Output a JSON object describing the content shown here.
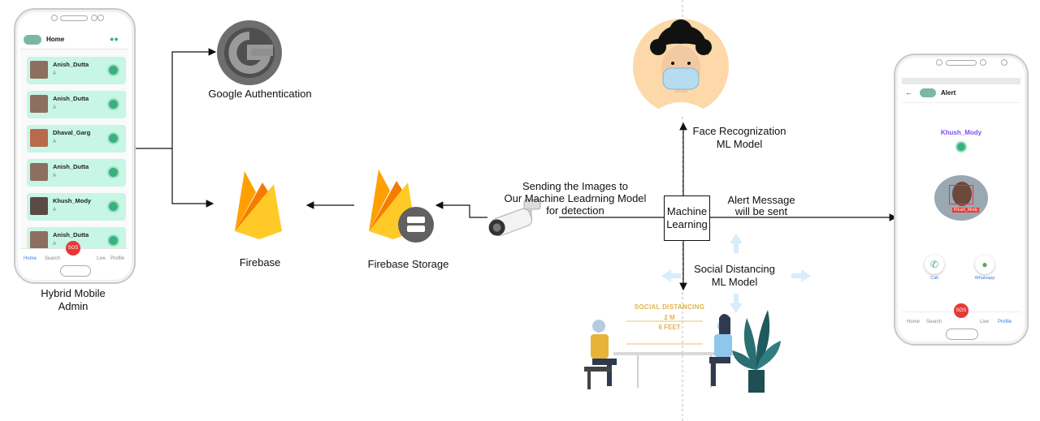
{
  "admin_phone": {
    "header_title": "Home",
    "users": [
      {
        "name": "Anish_Dutta",
        "sub": "A"
      },
      {
        "name": "Anish_Dutta",
        "sub": "A"
      },
      {
        "name": "Dhaval_Garg",
        "sub": "A"
      },
      {
        "name": "Anish_Dutta",
        "sub": "A"
      },
      {
        "name": "Khush_Mody",
        "sub": "A"
      },
      {
        "name": "Anish_Dutta",
        "sub": "A"
      }
    ],
    "sos_label": "SOS",
    "nav": [
      "Home",
      "Search",
      "",
      "Live",
      "Profile"
    ],
    "caption_line1": "Hybrid Mobile",
    "caption_line2": "Admin"
  },
  "google_auth_label": "Google Authentication",
  "firebase_label": "Firebase",
  "firebase_storage_label": "Firebase  Storage",
  "sending_images_line1": "Sending the Images to",
  "sending_images_line2": "Our Machine Leadrning Model",
  "sending_images_line3": "for detection",
  "ml_box_line1": "Machine",
  "ml_box_line2": "Learning",
  "face_recog_line1": "Face Recognization",
  "face_recog_line2": "ML Model",
  "alert_msg_line1": "Alert Message",
  "alert_msg_line2": "will be sent",
  "social_dist_line1": "Social Distancing",
  "social_dist_line2": "ML Model",
  "social_illustration": {
    "line1": "SOCIAL DISTANCING",
    "line2": "2 M",
    "line3": "6 FEET"
  },
  "alert_phone": {
    "header_title": "Alert",
    "person_name": "Khush_Mody",
    "photo_caption": "Khush_Mody",
    "call_label": "Call",
    "whatsapp_label": "Whatsapp",
    "sos_label": "SOS",
    "nav": [
      "Home",
      "Search",
      "",
      "Live",
      "Profile"
    ]
  },
  "colors": {
    "card_bg": "#c7f5e6",
    "accent_green": "#3ab07e",
    "firebase_yellow": "#ffca28",
    "firebase_orange": "#f57c00",
    "sos_red": "#e53935",
    "alert_name_purple": "#7b52f0",
    "face_bg": "#fdd8a8"
  }
}
